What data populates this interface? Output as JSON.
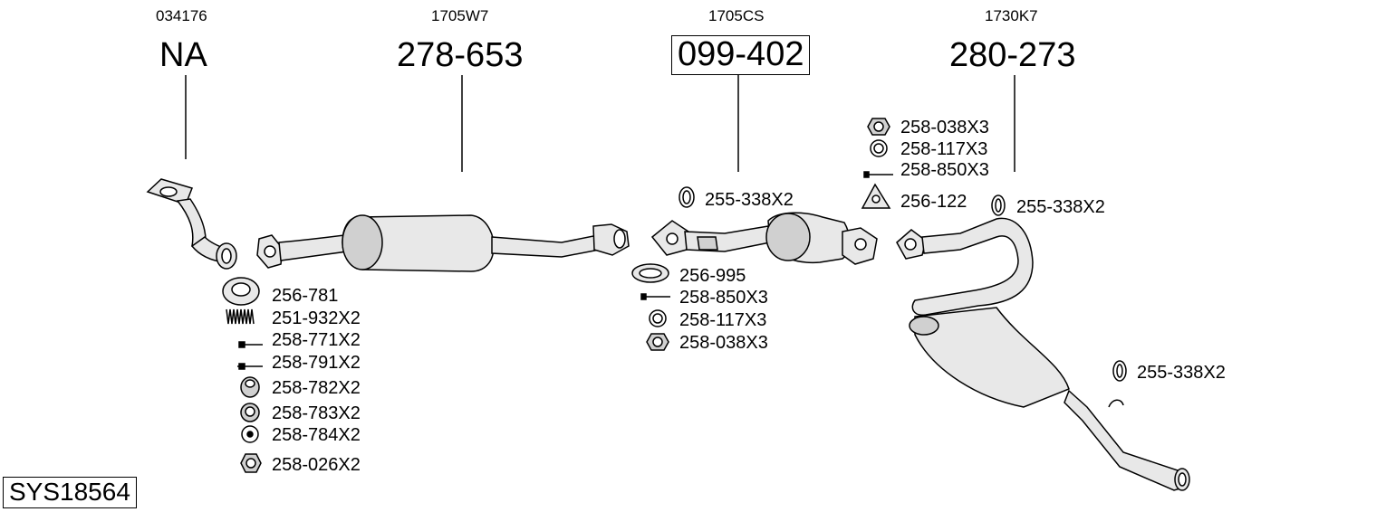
{
  "system_id": "SYS18564",
  "sections": [
    {
      "code": "034176",
      "number": "NA"
    },
    {
      "code": "1705W7",
      "number": "278-653"
    },
    {
      "code": "1705CS",
      "number": "099-402"
    },
    {
      "code": "1730K7",
      "number": "280-273"
    }
  ],
  "parts": {
    "p256_781": "256-781",
    "p251_932x2": "251-932X2",
    "p258_771x2": "258-771X2",
    "p258_791x2": "258-791X2",
    "p258_782x2": "258-782X2",
    "p258_783x2": "258-783X2",
    "p258_784x2": "258-784X2",
    "p258_026x2": "258-026X2",
    "p255_338x2_a": "255-338X2",
    "p256_995": "256-995",
    "p258_850x3_a": "258-850X3",
    "p258_117x3_a": "258-117X3",
    "p258_038x3_a": "258-038X3",
    "p258_038x3_b": "258-038X3",
    "p258_117x3_b": "258-117X3",
    "p258_850x3_b": "258-850X3",
    "p256_122": "256-122",
    "p255_338x2_b": "255-338X2",
    "p255_338x2_c": "255-338X2"
  },
  "icons": [
    "flange-pipe",
    "front-muffler",
    "catalytic-converter",
    "rear-muffler",
    "gasket",
    "spring",
    "bolt",
    "nut",
    "ring",
    "triangle-gasket"
  ]
}
